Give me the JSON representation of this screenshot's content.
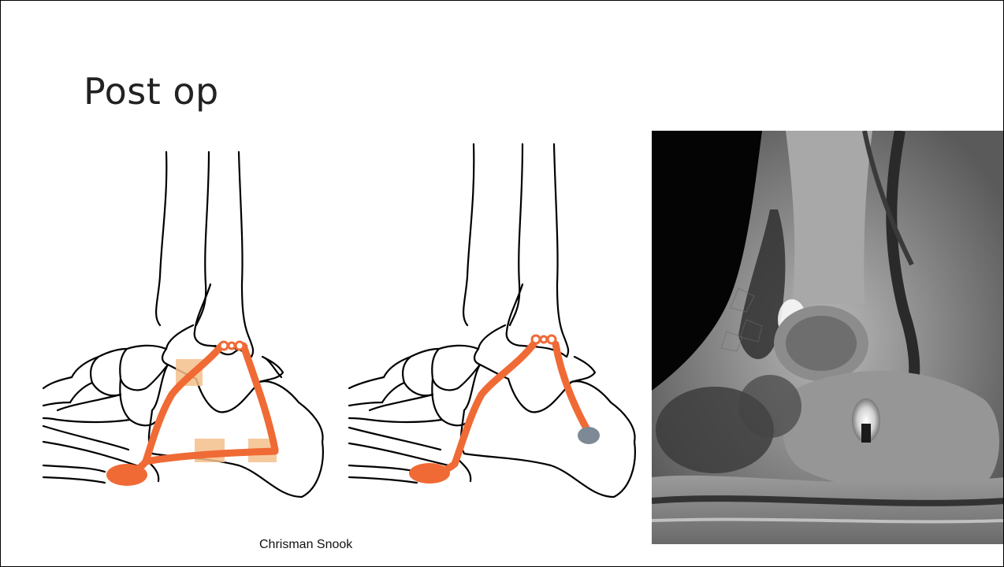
{
  "slide": {
    "title": "Post op",
    "caption": "Chrisman Snook"
  },
  "colors": {
    "tendon": "#f06a35",
    "patch": "#f5c08c",
    "anchor": "#7d8a96",
    "bone_outline": "#000000"
  },
  "figures": {
    "left_diagram": "ankle-bones-with-chrisman-snook-reconstruction",
    "right_diagram": "ankle-bones-with-tendon-to-calcaneus-anchor",
    "mri": "sagittal-ankle-mri"
  }
}
